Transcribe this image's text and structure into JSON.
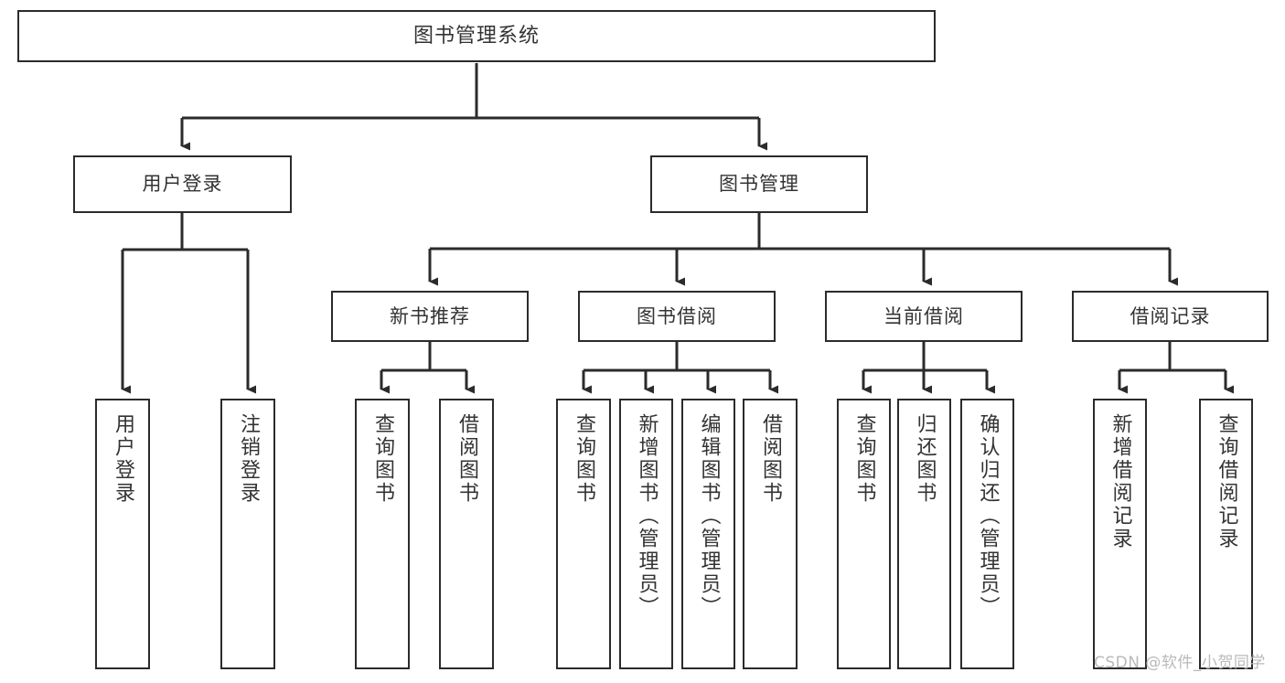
{
  "diagram": {
    "title": "图书管理系统",
    "type": "tree-hierarchy",
    "watermark": "CSDN @软件_小贺同学",
    "colors": {
      "box_border": "#2b2b2b",
      "box_fill": "#ffffff",
      "text": "#333333",
      "edge": "#2b2b2b",
      "watermark": "#b9b9b9",
      "background": "#ffffff"
    },
    "nodes": {
      "root": {
        "label": "图书管理系统"
      },
      "level2": [
        {
          "label": "用户登录"
        },
        {
          "label": "图书管理"
        }
      ],
      "level3": [
        {
          "label": "新书推荐"
        },
        {
          "label": "图书借阅"
        },
        {
          "label": "当前借阅"
        },
        {
          "label": "借阅记录"
        }
      ],
      "leaves": {
        "user_login": [
          {
            "label": "用户登录"
          },
          {
            "label": "注销登录"
          }
        ],
        "new_book_recommend": [
          {
            "label": "查询图书"
          },
          {
            "label": "借阅图书"
          }
        ],
        "book_borrow": [
          {
            "label": "查询图书"
          },
          {
            "label": "新增图书（管理员）"
          },
          {
            "label": "编辑图书（管理员）"
          },
          {
            "label": "借阅图书"
          }
        ],
        "current_borrow": [
          {
            "label": "查询图书"
          },
          {
            "label": "归还图书"
          },
          {
            "label": "确认归还（管理员）"
          }
        ],
        "borrow_record": [
          {
            "label": "新增借阅记录"
          },
          {
            "label": "查询借阅记录"
          }
        ]
      }
    }
  }
}
